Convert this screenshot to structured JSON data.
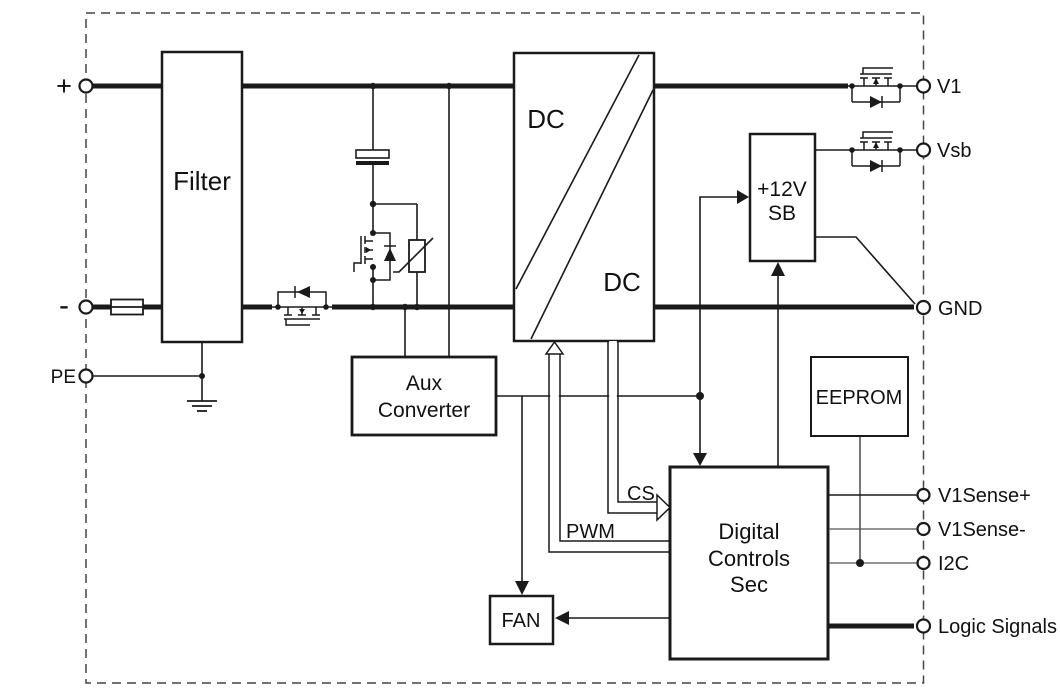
{
  "diagram": {
    "title_hint": "power-supply-block-diagram",
    "colors": {
      "line": "#1a1a1a",
      "background": "#ffffff",
      "border_dash": "#444444"
    },
    "blocks": {
      "filter": {
        "label": "Filter"
      },
      "dcdc": {
        "label_top": "DC",
        "label_bottom": "DC"
      },
      "aux": {
        "line1": "Aux",
        "line2": "Converter"
      },
      "sb": {
        "line1": "+12V",
        "line2": "SB"
      },
      "eeprom": {
        "label": "EEPROM"
      },
      "digital": {
        "line1": "Digital",
        "line2": "Controls",
        "line3": "Sec"
      },
      "fan": {
        "label": "FAN"
      }
    },
    "terminals": {
      "plus": {
        "label": "+"
      },
      "minus": {
        "label": "-"
      },
      "pe": {
        "label": "PE"
      },
      "v1": {
        "label": "V1"
      },
      "vsb": {
        "label": "Vsb"
      },
      "gnd": {
        "label": "GND"
      },
      "v1sense_plus": {
        "label": "V1Sense+"
      },
      "v1sense_minus": {
        "label": "V1Sense-"
      },
      "i2c": {
        "label": "I2C"
      },
      "logic_signals": {
        "label": "Logic Signals"
      }
    },
    "signals": {
      "cs": {
        "label": "CS"
      },
      "pwm": {
        "label": "PWM"
      }
    },
    "component_icons": {
      "fuse": "fuse-icon",
      "capacitor": "capacitor-icon",
      "varistor": "varistor-icon",
      "series_mosfet": "mosfet-icon",
      "shunt_mosfet": "mosfet-icon",
      "v1_oring_mosfet": "mosfet-icon",
      "vsb_oring_mosfet": "mosfet-icon",
      "earth": "earth-ground-icon"
    }
  }
}
